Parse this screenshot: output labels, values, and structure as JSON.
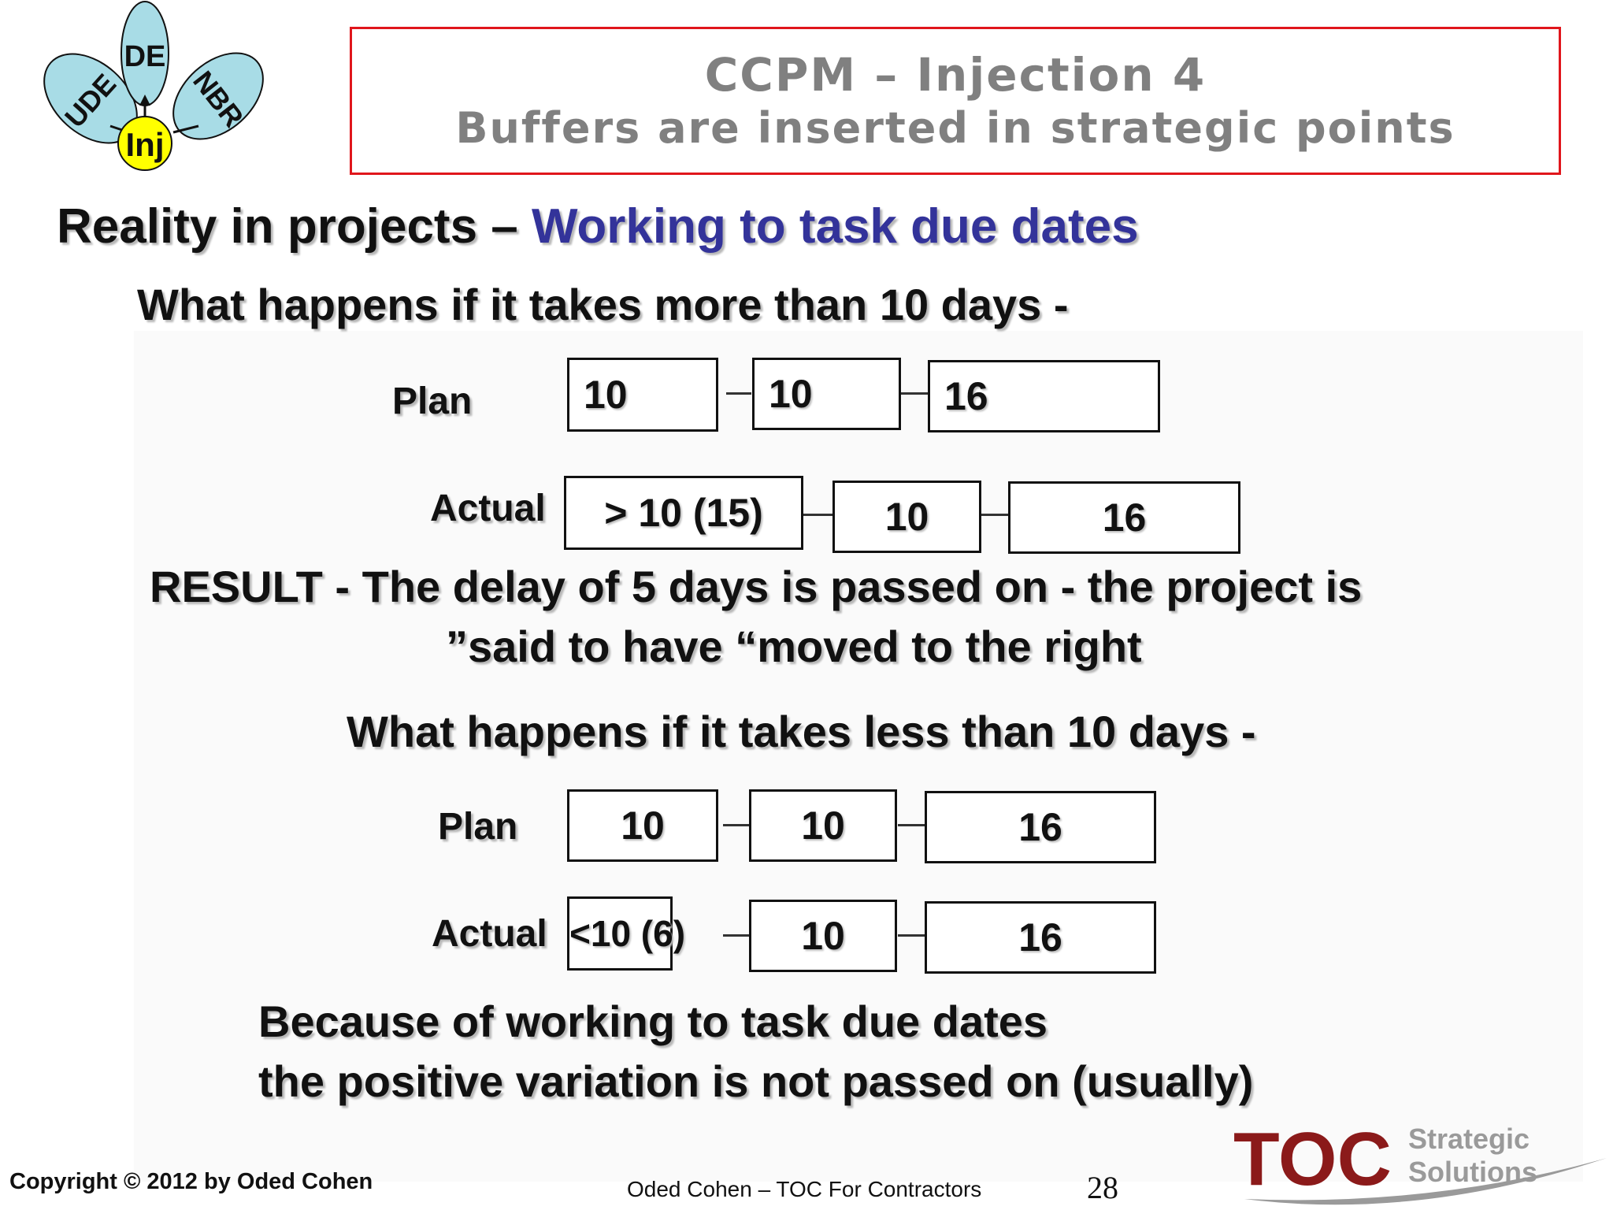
{
  "logo": {
    "labels": [
      "DE",
      "UDE",
      "NBR",
      "Inj"
    ],
    "colors": {
      "petal": "#a8dce6",
      "center": "#ffff00",
      "outline": "#111111"
    }
  },
  "title": {
    "line1": "CCPM – Injection 4",
    "line2": "Buffers are inserted in strategic points",
    "border_color": "#e0161c",
    "text_color": "#808080"
  },
  "heading": {
    "prefix": "Reality in projects – ",
    "accent": "Working to task due dates",
    "accent_color": "#33339a"
  },
  "section1": {
    "question": "What happens if it takes more than 10 days -",
    "plan_label": "Plan",
    "plan_boxes": [
      "10",
      "10",
      "16"
    ],
    "actual_label": "Actual",
    "actual_boxes": [
      "> 10  (15)",
      "10",
      "16"
    ],
    "result_line1": "RESULT -  The delay of 5 days is passed on - the project is",
    "result_line2": "”said to have “moved to the right"
  },
  "section2": {
    "question": "What happens if it takes less than 10 days -",
    "plan_label": "Plan",
    "plan_boxes": [
      "10",
      "10",
      "16"
    ],
    "actual_label": "Actual",
    "actual_boxes": [
      "<10 (6)",
      "10",
      "16"
    ],
    "conclusion_line1": "Because of working to task due dates",
    "conclusion_line2": "the positive variation is not passed on (usually)"
  },
  "footer": {
    "copyright": "Copyright © 2012 by Oded Cohen",
    "center": "Oded Cohen – TOC For Contractors",
    "page_number": "28",
    "brand": {
      "mark": "TOC",
      "line1": "Strategic",
      "line2": "Solutions",
      "mark_color": "#8b1a1a"
    }
  }
}
